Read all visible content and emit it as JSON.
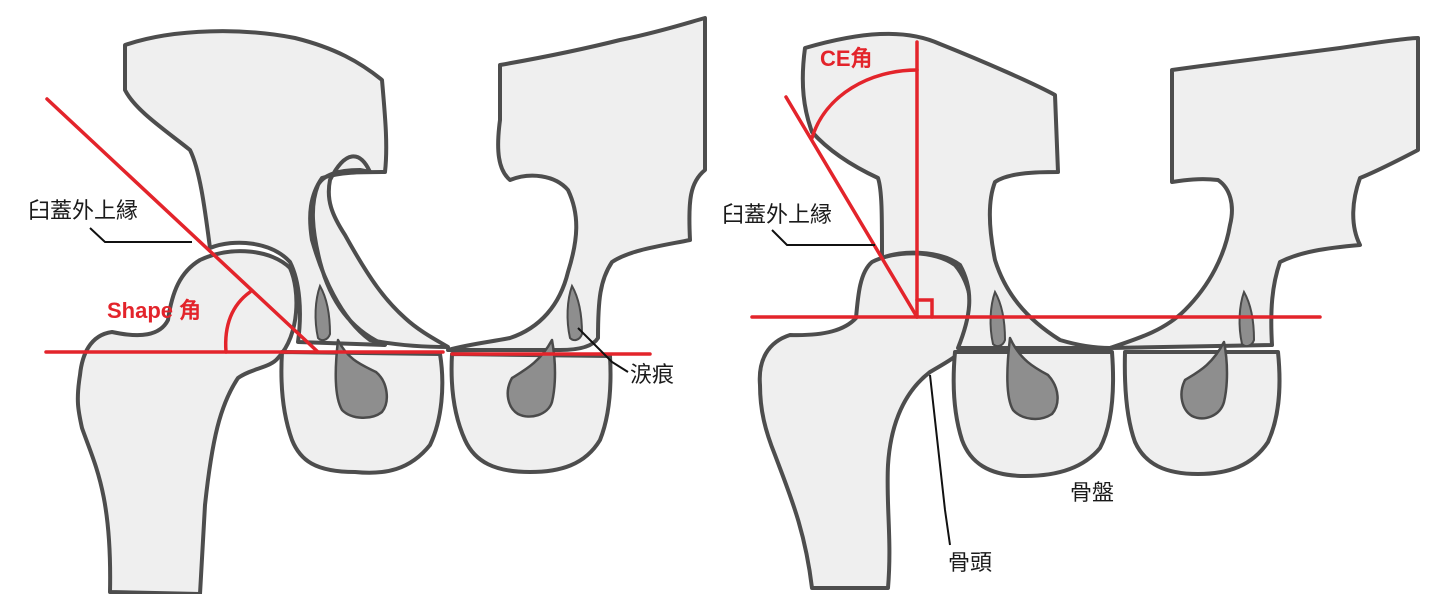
{
  "colors": {
    "bone_fill": "#efefef",
    "bone_outline": "#4d4d4d",
    "foramen_fill": "#8e8e8e",
    "measure_line": "#e3242b",
    "label_text": "#1a1a1a"
  },
  "left_panel": {
    "label_acetabular_rim": "臼蓋外上縁",
    "label_angle": "Shape 角",
    "label_teardrop": "涙痕"
  },
  "right_panel": {
    "label_angle": "CE角",
    "label_acetabular_rim": "臼蓋外上縁",
    "label_pelvis": "骨盤",
    "label_femoral_head": "骨頭"
  }
}
